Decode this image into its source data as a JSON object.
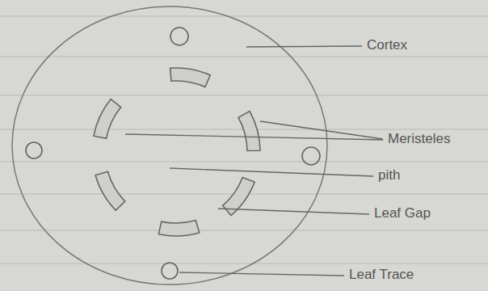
{
  "diagram": {
    "labels": [
      "Cortex",
      "Meristeles",
      "pith",
      "Leaf Gap",
      "Leaf Trace"
    ]
  }
}
